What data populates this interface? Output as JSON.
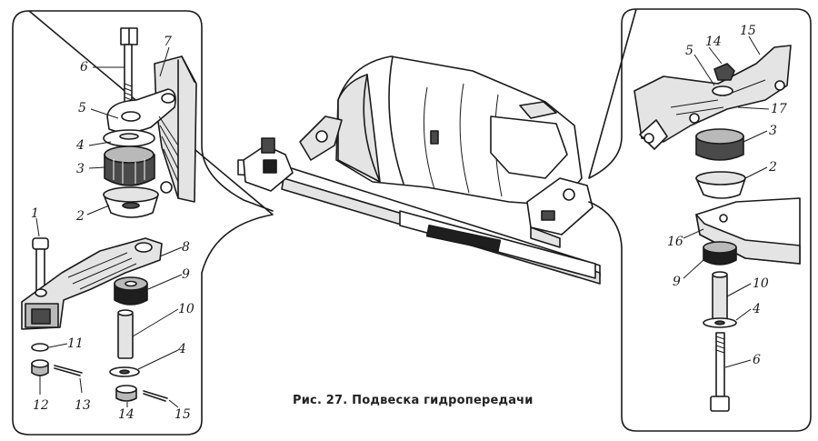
{
  "caption": "Рис. 27. Подвеска гидропередачи",
  "left_panel": {
    "labels": [
      "6",
      "7",
      "5",
      "4",
      "3",
      "2",
      "1",
      "8",
      "9",
      "10",
      "11",
      "4",
      "12",
      "13",
      "14",
      "15"
    ]
  },
  "right_panel": {
    "labels": [
      "14",
      "15",
      "5",
      "17",
      "3",
      "2",
      "16",
      "9",
      "10",
      "4",
      "6"
    ]
  }
}
